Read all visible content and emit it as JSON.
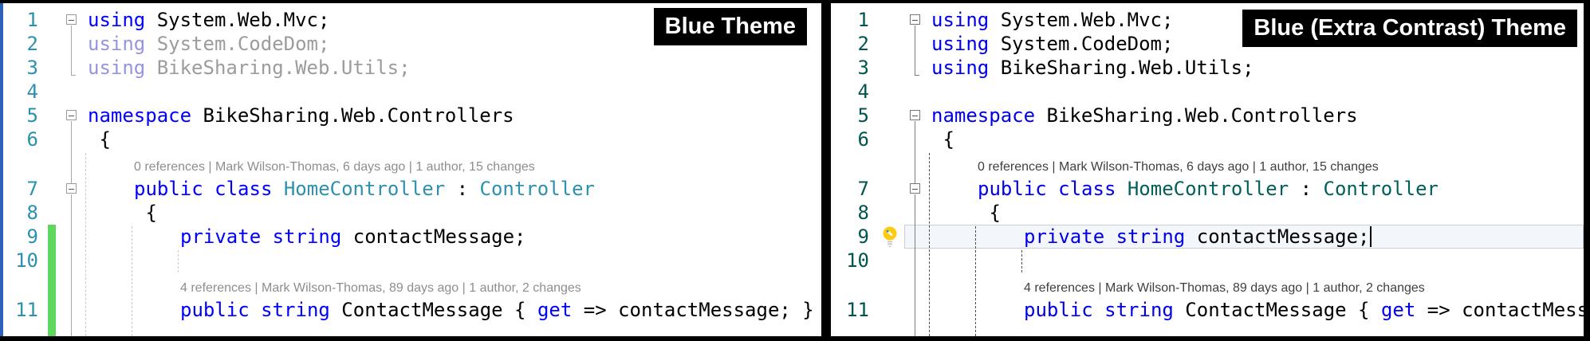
{
  "panels": [
    {
      "badge": "Blue Theme",
      "theme": "blue",
      "colors": {
        "window_border": "#2D61B8",
        "line_number": "#2B91AF",
        "keyword": "#0000FE",
        "type_name": "#2B91AF",
        "text": "#000000",
        "unused_keyword": "#9595DE",
        "unused_text": "#9C9C9C",
        "codelens": "#8E8E8E",
        "change_bar": "#5FD75F",
        "fold_line": "#A7A7A7",
        "indent_guide": "#C9C9C9",
        "caret": "#000000"
      }
    },
    {
      "badge": "Blue (Extra Contrast) Theme",
      "theme": "extra-contrast",
      "colors": {
        "line_number": "#00564E",
        "keyword": "#0000E8",
        "type_name": "#005F5A",
        "text": "#000000",
        "codelens": "#3F3F3F",
        "fold_line": "#7C7C7C",
        "indent_guide": "#4D4D4D",
        "current_line_bg": "#F3F7FB",
        "current_line_border": "#C6CEDA",
        "lightbulb": "#FFCB12",
        "caret": "#000000"
      }
    }
  ],
  "icons": {
    "fold_marker": "collapse-minus-icon",
    "quick_actions": "lightbulb-icon"
  },
  "editor": {
    "codelens_class": "0 references | Mark Wilson-Thomas, 6 days ago | 1 author, 15 changes",
    "codelens_property": "4 references | Mark Wilson-Thomas, 89 days ago | 1 author, 2 changes",
    "rows": [
      {
        "kind": "code",
        "num": "1",
        "fold": "box",
        "indent": 0,
        "tokens": [
          [
            "kw",
            "using"
          ],
          [
            "txt",
            " System.Web.Mvc;"
          ]
        ]
      },
      {
        "kind": "code",
        "num": "2",
        "fold": "line",
        "indent": 0,
        "tokens": [
          [
            "ukw",
            "using"
          ],
          [
            "utxt",
            " System.CodeDom;"
          ]
        ]
      },
      {
        "kind": "code",
        "num": "3",
        "fold": "end",
        "indent": 0,
        "tokens": [
          [
            "ukw",
            "using"
          ],
          [
            "utxt",
            " BikeSharing.Web.Utils;"
          ]
        ]
      },
      {
        "kind": "code",
        "num": "4",
        "fold": "none",
        "indent": 0,
        "tokens": []
      },
      {
        "kind": "code",
        "num": "5",
        "fold": "box",
        "indent": 0,
        "tokens": [
          [
            "kw",
            "namespace"
          ],
          [
            "txt",
            " BikeSharing.Web.Controllers"
          ]
        ]
      },
      {
        "kind": "code",
        "num": "6",
        "fold": "line",
        "indent": 0,
        "tokens": [
          [
            "txt",
            " {"
          ]
        ]
      },
      {
        "kind": "lens",
        "lensKey": "codelens_class",
        "fold": "line",
        "indent": 1
      },
      {
        "kind": "code",
        "num": "7",
        "fold": "boxmid",
        "indent": 1,
        "tokens": [
          [
            "kw",
            "public"
          ],
          [
            "txt",
            " "
          ],
          [
            "kw",
            "class"
          ],
          [
            "txt",
            " "
          ],
          [
            "typ",
            "HomeController"
          ],
          [
            "txt",
            " : "
          ],
          [
            "typ",
            "Controller"
          ]
        ]
      },
      {
        "kind": "code",
        "num": "8",
        "fold": "line",
        "indent": 1,
        "tokens": [
          [
            "txt",
            " {"
          ]
        ]
      },
      {
        "kind": "code",
        "num": "9",
        "fold": "line",
        "indent": 2,
        "changed": true,
        "bulb": true,
        "current": true,
        "caret": true,
        "tokens": [
          [
            "kw",
            "private"
          ],
          [
            "txt",
            " "
          ],
          [
            "kw",
            "string"
          ],
          [
            "txt",
            " contactMessage;"
          ]
        ]
      },
      {
        "kind": "code",
        "num": "10",
        "fold": "line",
        "indent": 0,
        "changed": true,
        "tokens": []
      },
      {
        "kind": "lens",
        "lensKey": "codelens_property",
        "fold": "line",
        "indent": 2,
        "changed": true
      },
      {
        "kind": "code",
        "num": "11",
        "fold": "line",
        "indent": 2,
        "changed": true,
        "tokens": [
          [
            "kw",
            "public"
          ],
          [
            "txt",
            " "
          ],
          [
            "kw",
            "string"
          ],
          [
            "txt",
            " ContactMessage { "
          ],
          [
            "kw",
            "get"
          ],
          [
            "txt",
            " => contactMessage; }"
          ]
        ]
      }
    ]
  }
}
